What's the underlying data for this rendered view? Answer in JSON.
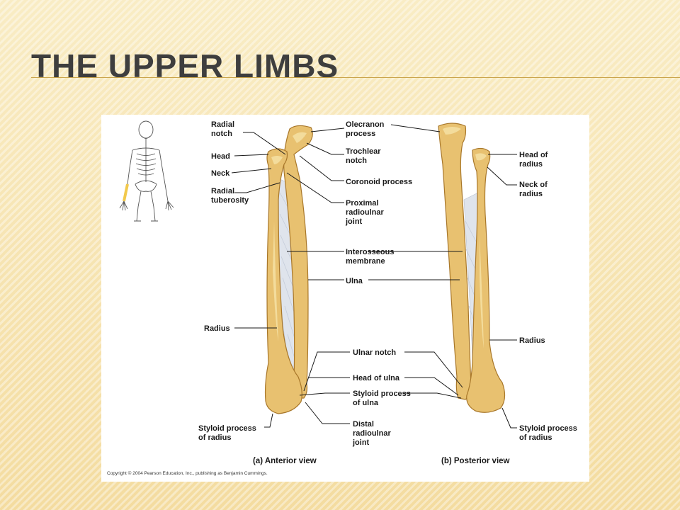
{
  "slide": {
    "title": "The Upper Limbs"
  },
  "figure": {
    "labels_left": {
      "radial_notch": [
        "Radial",
        "notch"
      ],
      "head": "Head",
      "neck": "Neck",
      "radial_tuberosity": [
        "Radial",
        "tuberosity"
      ],
      "radius": "Radius",
      "styloid_radius": [
        "Styloid process",
        "of radius"
      ]
    },
    "labels_center": {
      "olecranon": [
        "Olecranon",
        "process"
      ],
      "trochlear": [
        "Trochlear",
        "notch"
      ],
      "coronoid": "Coronoid process",
      "proximal_ru": [
        "Proximal",
        "radioulnar",
        "joint"
      ],
      "interosseous": [
        "Interosseous",
        "membrane"
      ],
      "ulna": "Ulna",
      "ulnar_notch": "Ulnar notch",
      "head_ulna": "Head of ulna",
      "styloid_ulna": [
        "Styloid process",
        "of ulna"
      ],
      "distal_ru": [
        "Distal",
        "radioulnar",
        "joint"
      ]
    },
    "labels_right": {
      "head_radius": [
        "Head of",
        "radius"
      ],
      "neck_radius": [
        "Neck of",
        "radius"
      ],
      "radius": "Radius",
      "styloid_radius": [
        "Styloid process",
        "of radius"
      ]
    },
    "captions": {
      "anterior": "(a) Anterior view",
      "posterior": "(b) Posterior view"
    },
    "copyright": "Copyright © 2004 Pearson Education, Inc., publishing as Benjamin Cummings.",
    "colors": {
      "bone": "#e8c170",
      "bone_outline": "#a8772a",
      "membrane": "#dfe4ec",
      "forearm_highlight": "#f2c94c"
    }
  }
}
